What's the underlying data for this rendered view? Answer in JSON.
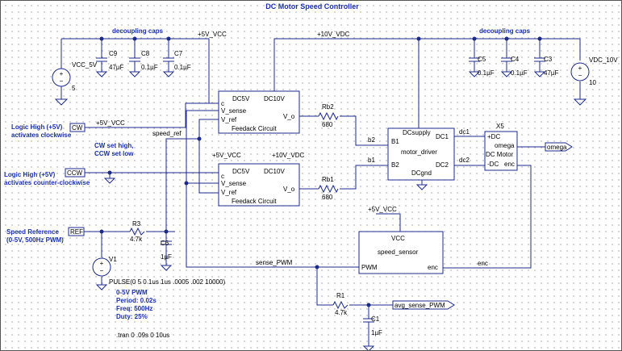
{
  "title": "DC Motor Speed Controller",
  "nets": {
    "vcc5": "+5V_VCC",
    "vdc10": "+10V_VDC",
    "speed_ref": "speed_ref",
    "sense_pwm": "sense_PWM",
    "b1": "b1",
    "b2": "b2",
    "dc1": "dc1",
    "dc2": "dc2",
    "enc": "enc",
    "cw_vcc": "+5V_VCC"
  },
  "ports": {
    "cw": "CW",
    "ccw": "CCW",
    "ref": "REF",
    "omega": "omega",
    "avg_sense_pwm": "avg_sense_PWM"
  },
  "notes": {
    "decoupling_left": "decoupling caps",
    "decoupling_right": "decoupling caps",
    "cw_line1": "Logic High (+5V)",
    "cw_line2": "activates clockwise",
    "dir_line1": "CW set high,",
    "dir_line2": "CCW set low",
    "ccw_line1": "Logic High (+5V)",
    "ccw_line2": "activates counter-clockwise",
    "ref_line1": "Speed Reference",
    "ref_line2": "(0-5V, 500Hz PWM)",
    "pwm_title": "0-5V PWM",
    "pwm_period": "Period: 0.02s",
    "pwm_freq": "Freq: 500Hz",
    "pwm_duty": "Duty: 25%",
    "tran": ".tran 0 .09s 0 10us"
  },
  "sources": {
    "vcc5": {
      "name": "VCC_5V",
      "value": "5"
    },
    "vdc10": {
      "name": "VDC_10V",
      "value": "10"
    },
    "v1": {
      "name": "V1",
      "value": "PULSE(0 5 0 1us 1us .0005 .002 10000)"
    }
  },
  "capacitors": {
    "c9": {
      "name": "C9",
      "value": "47µF"
    },
    "c8": {
      "name": "C8",
      "value": "0.1µF"
    },
    "c7": {
      "name": "C7",
      "value": "0.1µF"
    },
    "c5": {
      "name": "C5",
      "value": "0.1µF"
    },
    "c4": {
      "name": "C4",
      "value": "0.1µF"
    },
    "c3": {
      "name": "C3",
      "value": "47µF"
    },
    "c6": {
      "name": "C6",
      "value": "1µF"
    },
    "c1": {
      "name": "C1",
      "value": "1µF"
    }
  },
  "resistors": {
    "rb2": {
      "name": "Rb2",
      "value": "680"
    },
    "rb1": {
      "name": "Rb1",
      "value": "680"
    },
    "r3": {
      "name": "R3",
      "value": "4.7k"
    },
    "r1": {
      "name": "R1",
      "value": "4.7k"
    }
  },
  "feedback1": {
    "dc5v": "DC5V",
    "dc10v": "DC10V",
    "c": "c",
    "v_sense": "V_sense",
    "v_ref": "V_ref",
    "v_o": "V_o",
    "name": "Feedack Circuit"
  },
  "feedback2": {
    "dc5v": "DC5V",
    "dc10v": "DC10V",
    "c": "c",
    "v_sense": "V_sense",
    "v_ref": "V_ref",
    "v_o": "V_o",
    "name": "Feedack Circuit"
  },
  "motor_driver": {
    "dcsupply": "DCsupply",
    "b1": "B1",
    "dc1": "DC1",
    "name": "motor_driver",
    "b2": "B2",
    "dc2": "DC2",
    "dcgnd": "DCgnd"
  },
  "dc_motor": {
    "ref": "X5",
    "pdc": "+DC",
    "omega": "omega",
    "name": "DC Motor",
    "ndc": "-DC",
    "enc": "enc"
  },
  "speed_sensor": {
    "vcc": "VCC",
    "name": "speed_sensor",
    "pwm": "PWM",
    "enc": "enc"
  }
}
